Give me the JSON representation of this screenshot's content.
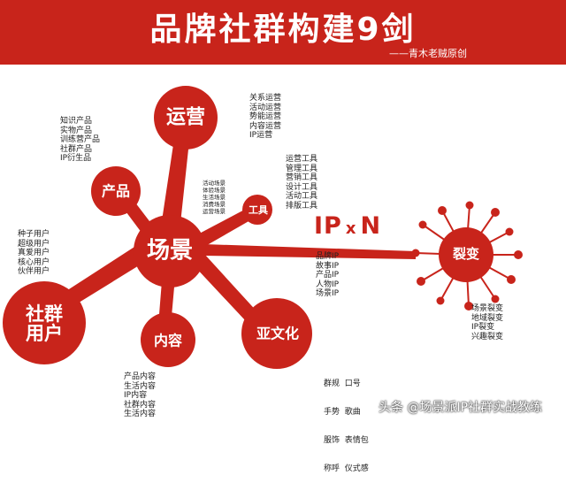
{
  "header": {
    "title": "品牌社群构建9剑",
    "credit": "——青木老贼原创"
  },
  "colors": {
    "brand_red": "#c8241b",
    "background": "#ffffff",
    "text": "#222222"
  },
  "nodes": {
    "center": "场景",
    "operations": "运营",
    "product": "产品",
    "tools": "工具",
    "community_users": "社群\n用户",
    "content": "内容",
    "subculture": "亚文化",
    "fission": "裂变"
  },
  "ip_multiplier": {
    "ip": "IP",
    "x": "x",
    "n": "N"
  },
  "lists": {
    "operations": [
      "关系运营",
      "活动运营",
      "势能运营",
      "内容运营",
      "IP运营"
    ],
    "product": [
      "知识产品",
      "实物产品",
      "训练营产品",
      "社群产品",
      "IP衍生品"
    ],
    "scenes": [
      "活动场景",
      "体验场景",
      "生活场景",
      "消费场景",
      "运营场景"
    ],
    "tools": [
      "运营工具",
      "管理工具",
      "营销工具",
      "设计工具",
      "活动工具",
      "排版工具"
    ],
    "users": [
      "种子用户",
      "超级用户",
      "真爱用户",
      "核心用户",
      "伙伴用户"
    ],
    "ip_types": [
      "品牌IP",
      "故事IP",
      "产品IP",
      "人物IP",
      "场景IP"
    ],
    "fission": [
      "场景裂变",
      "地域裂变",
      "IP裂变",
      "兴趣裂变"
    ],
    "content": [
      "产品内容",
      "生活内容",
      "IP内容",
      "社群内容",
      "生活内容"
    ],
    "subculture": [
      "群规  口号",
      "手势  歌曲",
      "服饰  表情包",
      "称呼  仪式感"
    ]
  },
  "watermark": "头条 @场景派IP社群实战教练"
}
